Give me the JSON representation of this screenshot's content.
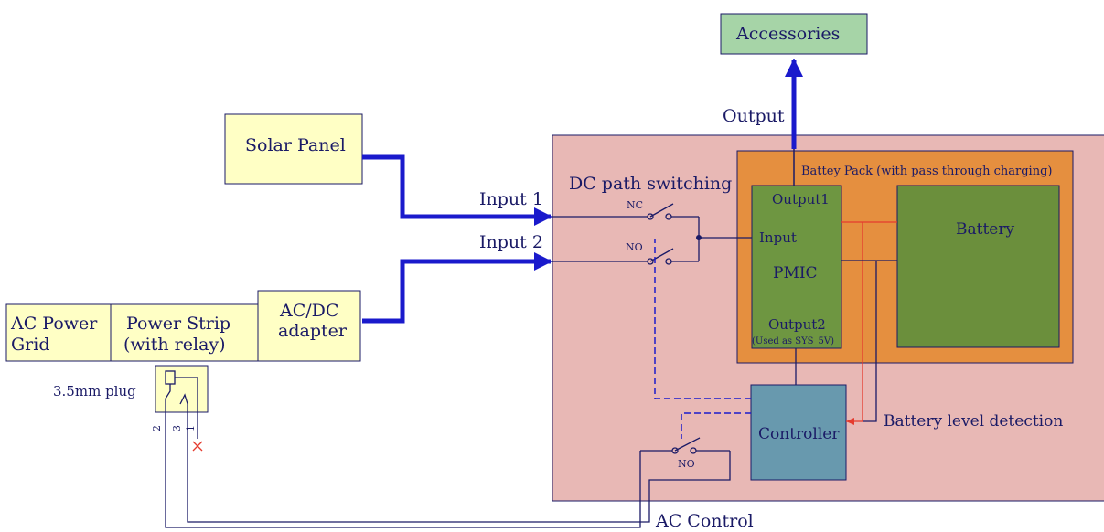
{
  "colors": {
    "blue": "#1a1acc",
    "navy": "#1a1a66",
    "red": "#e53b2e",
    "main_enclosure": "#e8b8b5",
    "battery_pack": "#e58f3f",
    "pmic": "#6e9641",
    "battery": "#6b8f3c",
    "controller": "#6899ae",
    "accessories": "#a6d4a7",
    "yellow_box": "#ffffc5"
  },
  "labels": {
    "accessories": "Accessories",
    "output": "Output",
    "solar_panel": "Solar Panel",
    "input1": "Input 1",
    "input2": "Input 2",
    "dc_path": "DC path switching",
    "nc": "NC",
    "no_top": "NO",
    "battery_pack": "Battey Pack (with pass through charging)",
    "output1": "Output1",
    "input": "Input",
    "pmic": "PMIC",
    "output2": "Output2",
    "output2_sub": "(Used as SYS_5V)",
    "battery": "Battery",
    "controller": "Controller",
    "battery_level": "Battery level detection",
    "ac_power_l1": "AC Power",
    "ac_power_l2": "Grid",
    "power_strip_l1": "Power Strip",
    "power_strip_l2": "(with relay)",
    "acdc_l1": "AC/DC",
    "acdc_l2": "adapter",
    "plug": "3.5mm plug",
    "pin2": "2",
    "pin3": "3",
    "pin1": "1",
    "no_bottom": "NO",
    "ac_control": "AC Control"
  }
}
